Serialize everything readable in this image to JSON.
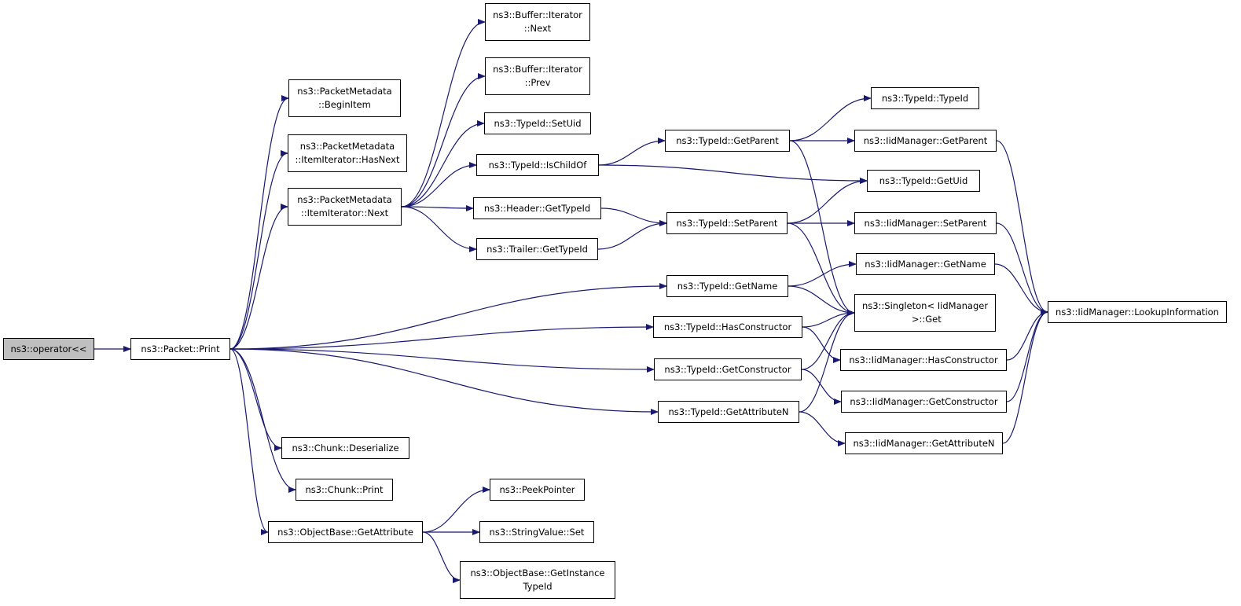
{
  "graph": {
    "colors": {
      "edge": "#191970",
      "node_border": "#000000",
      "root_fill": "#bfbfbf",
      "node_fill": "#ffffff"
    },
    "nodes": [
      {
        "id": "operator",
        "lines": [
          "ns3::operator<<"
        ],
        "root": true
      },
      {
        "id": "packet_print",
        "lines": [
          "ns3::Packet::Print"
        ]
      },
      {
        "id": "pm_beginitem",
        "lines": [
          "ns3::PacketMetadata",
          "::BeginItem"
        ]
      },
      {
        "id": "pm_hasnext",
        "lines": [
          "ns3::PacketMetadata",
          "::ItemIterator::HasNext"
        ]
      },
      {
        "id": "pm_next",
        "lines": [
          "ns3::PacketMetadata",
          "::ItemIterator::Next"
        ]
      },
      {
        "id": "chunk_deserialize",
        "lines": [
          "ns3::Chunk::Deserialize"
        ]
      },
      {
        "id": "chunk_print",
        "lines": [
          "ns3::Chunk::Print"
        ]
      },
      {
        "id": "ob_getattribute",
        "lines": [
          "ns3::ObjectBase::GetAttribute"
        ]
      },
      {
        "id": "buf_next",
        "lines": [
          "ns3::Buffer::Iterator",
          "::Next"
        ]
      },
      {
        "id": "buf_prev",
        "lines": [
          "ns3::Buffer::Iterator",
          "::Prev"
        ]
      },
      {
        "id": "tid_setuid",
        "lines": [
          "ns3::TypeId::SetUid"
        ]
      },
      {
        "id": "tid_ischildof",
        "lines": [
          "ns3::TypeId::IsChildOf"
        ]
      },
      {
        "id": "header_gettypeid",
        "lines": [
          "ns3::Header::GetTypeId"
        ]
      },
      {
        "id": "trailer_gettypeid",
        "lines": [
          "ns3::Trailer::GetTypeId"
        ]
      },
      {
        "id": "peekpointer",
        "lines": [
          "ns3::PeekPointer"
        ]
      },
      {
        "id": "stringvalue_set",
        "lines": [
          "ns3::StringValue::Set"
        ]
      },
      {
        "id": "ob_getinstancetypeid",
        "lines": [
          "ns3::ObjectBase::GetInstance",
          "TypeId"
        ]
      },
      {
        "id": "tid_getparent",
        "lines": [
          "ns3::TypeId::GetParent"
        ]
      },
      {
        "id": "tid_setparent",
        "lines": [
          "ns3::TypeId::SetParent"
        ]
      },
      {
        "id": "tid_getname",
        "lines": [
          "ns3::TypeId::GetName"
        ]
      },
      {
        "id": "tid_hasconstructor",
        "lines": [
          "ns3::TypeId::HasConstructor"
        ]
      },
      {
        "id": "tid_getconstructor",
        "lines": [
          "ns3::TypeId::GetConstructor"
        ]
      },
      {
        "id": "tid_getattributen",
        "lines": [
          "ns3::TypeId::GetAttributeN"
        ]
      },
      {
        "id": "tid_typeid",
        "lines": [
          "ns3::TypeId::TypeId"
        ]
      },
      {
        "id": "tid_getuid",
        "lines": [
          "ns3::TypeId::GetUid"
        ]
      },
      {
        "id": "iid_getparent",
        "lines": [
          "ns3::IidManager::GetParent"
        ]
      },
      {
        "id": "iid_setparent",
        "lines": [
          "ns3::IidManager::SetParent"
        ]
      },
      {
        "id": "iid_getname",
        "lines": [
          "ns3::IidManager::GetName"
        ]
      },
      {
        "id": "singleton_get",
        "lines": [
          "ns3::Singleton< IidManager",
          " >::Get"
        ]
      },
      {
        "id": "iid_hasconstructor",
        "lines": [
          "ns3::IidManager::HasConstructor"
        ]
      },
      {
        "id": "iid_getconstructor",
        "lines": [
          "ns3::IidManager::GetConstructor"
        ]
      },
      {
        "id": "iid_getattributen",
        "lines": [
          "ns3::IidManager::GetAttributeN"
        ]
      },
      {
        "id": "iid_lookupinformation",
        "lines": [
          "ns3::IidManager::LookupInformation"
        ]
      }
    ],
    "edges": [
      [
        "operator",
        "packet_print"
      ],
      [
        "packet_print",
        "pm_beginitem"
      ],
      [
        "packet_print",
        "pm_hasnext"
      ],
      [
        "packet_print",
        "pm_next"
      ],
      [
        "packet_print",
        "tid_getname"
      ],
      [
        "packet_print",
        "tid_hasconstructor"
      ],
      [
        "packet_print",
        "tid_getconstructor"
      ],
      [
        "packet_print",
        "tid_getattributen"
      ],
      [
        "packet_print",
        "chunk_deserialize"
      ],
      [
        "packet_print",
        "chunk_print"
      ],
      [
        "packet_print",
        "ob_getattribute"
      ],
      [
        "pm_next",
        "buf_next"
      ],
      [
        "pm_next",
        "buf_prev"
      ],
      [
        "pm_next",
        "tid_setuid"
      ],
      [
        "pm_next",
        "tid_ischildof"
      ],
      [
        "pm_next",
        "header_gettypeid"
      ],
      [
        "pm_next",
        "trailer_gettypeid"
      ],
      [
        "tid_ischildof",
        "tid_getparent"
      ],
      [
        "tid_ischildof",
        "tid_getuid"
      ],
      [
        "header_gettypeid",
        "tid_setparent"
      ],
      [
        "trailer_gettypeid",
        "tid_setparent"
      ],
      [
        "tid_getparent",
        "tid_typeid"
      ],
      [
        "tid_getparent",
        "iid_getparent"
      ],
      [
        "tid_getparent",
        "singleton_get"
      ],
      [
        "tid_setparent",
        "tid_getuid"
      ],
      [
        "tid_setparent",
        "iid_setparent"
      ],
      [
        "tid_setparent",
        "singleton_get"
      ],
      [
        "tid_getname",
        "iid_getname"
      ],
      [
        "tid_getname",
        "singleton_get"
      ],
      [
        "tid_hasconstructor",
        "singleton_get"
      ],
      [
        "tid_hasconstructor",
        "iid_hasconstructor"
      ],
      [
        "tid_getconstructor",
        "singleton_get"
      ],
      [
        "tid_getconstructor",
        "iid_getconstructor"
      ],
      [
        "tid_getattributen",
        "singleton_get"
      ],
      [
        "tid_getattributen",
        "iid_getattributen"
      ],
      [
        "iid_getparent",
        "iid_lookupinformation"
      ],
      [
        "iid_setparent",
        "iid_lookupinformation"
      ],
      [
        "iid_getname",
        "iid_lookupinformation"
      ],
      [
        "iid_hasconstructor",
        "iid_lookupinformation"
      ],
      [
        "iid_getconstructor",
        "iid_lookupinformation"
      ],
      [
        "iid_getattributen",
        "iid_lookupinformation"
      ],
      [
        "ob_getattribute",
        "peekpointer"
      ],
      [
        "ob_getattribute",
        "stringvalue_set"
      ],
      [
        "ob_getattribute",
        "ob_getinstancetypeid"
      ]
    ]
  }
}
